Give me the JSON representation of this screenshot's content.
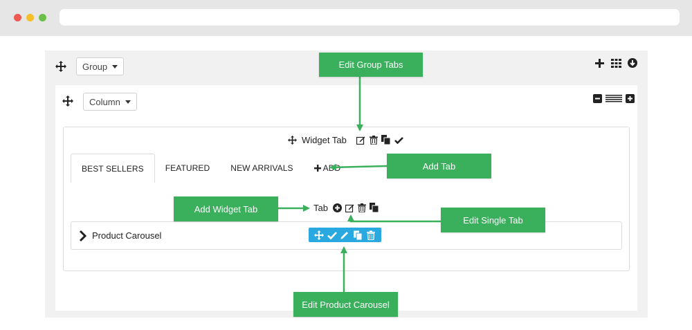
{
  "browser": {
    "dots": [
      "close",
      "minimize",
      "maximize"
    ]
  },
  "group": {
    "dropdown_label": "Group",
    "toolbar_icons": [
      "plus-icon",
      "grid-icon",
      "download-circle-icon"
    ]
  },
  "column": {
    "dropdown_label": "Column",
    "toolbar_icons": [
      "minus-icon",
      "lines-icon",
      "plus-icon"
    ]
  },
  "widget": {
    "title": "Widget Tab",
    "toolbar_icons": [
      "edit-icon",
      "trash-icon",
      "copy-icon",
      "check-icon"
    ]
  },
  "tabs": [
    {
      "label": "BEST SELLERS",
      "active": true
    },
    {
      "label": "FEATURED",
      "active": false
    },
    {
      "label": "NEW ARRIVALS",
      "active": false
    }
  ],
  "add_tab": {
    "label": "ADD"
  },
  "single_tab": {
    "label": "Tab",
    "toolbar_icons": [
      "plus-circle-icon",
      "edit-icon",
      "trash-icon",
      "copy-icon"
    ]
  },
  "carousel": {
    "label": "Product Carousel",
    "toolbar_icons": [
      "move-icon",
      "check-icon",
      "pencil-icon",
      "copy-icon",
      "trash-icon"
    ]
  },
  "callouts": {
    "edit_group_tabs": "Edit Group Tabs",
    "add_tab": "Add Tab",
    "add_widget_tab": "Add Widget Tab",
    "edit_single_tab": "Edit Single Tab",
    "edit_product_carousel": "Edit Product Carousel"
  },
  "colors": {
    "callout_green": "#3aaf5c",
    "toolbar_blue": "#2aa8e0",
    "panel_gray": "#f1f1f1",
    "chrome_gray": "#e6e6e6"
  }
}
